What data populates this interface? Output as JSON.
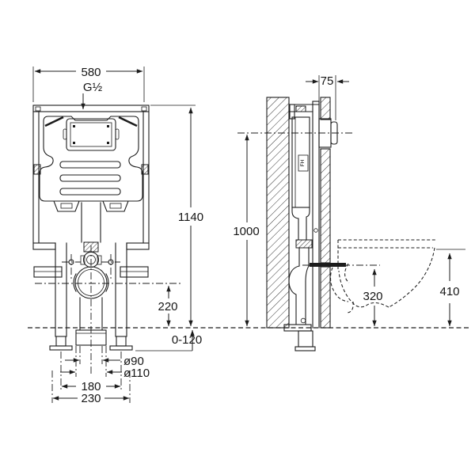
{
  "drawing": {
    "colors": {
      "line": "#1c1c1c",
      "background": "#ffffff"
    },
    "front_view": {
      "width": "580",
      "water_inlet": "G½",
      "frame_height": "1140",
      "outlet_axis_height": "220",
      "foot_adjustment": "0-120",
      "outlet_pipe_diameter": "ø90",
      "outlet_sleeve_diameter": "ø110",
      "fixing_spacing_inner": "180",
      "fixing_spacing_outer": "230"
    },
    "side_view": {
      "frame_depth": "75",
      "panel_axis_height": "1000",
      "outlet_axis_height": "320",
      "bowl_top_height": "410",
      "unit_mark": "FH"
    }
  }
}
